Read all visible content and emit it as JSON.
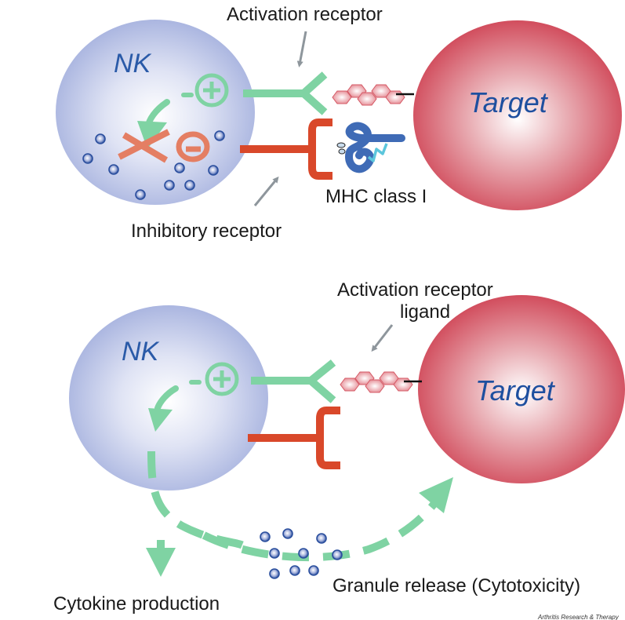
{
  "figure": {
    "credit": "Arthritis Research & Therapy",
    "colors": {
      "nk_cell": "#a7b3e0",
      "target_cell": "#d24a5a",
      "cell_label": "#2a5aa8",
      "activation": "#7fd3a3",
      "inhibitory": "#d9482a",
      "inhibition_mark": "#e47e63",
      "ligand": "#e8878f",
      "mhc": "#3f6bb6",
      "mhc_b2m": "#5cc6dc",
      "pointer": "#8e969c",
      "granule": "#2b4f9e",
      "text": "#1a1a1a"
    }
  },
  "panel_top": {
    "nk_label": "NK",
    "target_label": "Target",
    "activation_receptor_label": "Activation receptor",
    "inhibitory_receptor_label": "Inhibitory receptor",
    "mhc_label": "MHC class I",
    "plus_symbol": "+",
    "minus_symbol": "−",
    "state": "inhibited"
  },
  "panel_bottom": {
    "nk_label": "NK",
    "target_label": "Target",
    "ligand_label_line1": "Activation receptor",
    "ligand_label_line2": "ligand",
    "plus_symbol": "+",
    "cytokine_label": "Cytokine production",
    "granule_label": "Granule release (Cytotoxicity)",
    "state": "activated"
  }
}
